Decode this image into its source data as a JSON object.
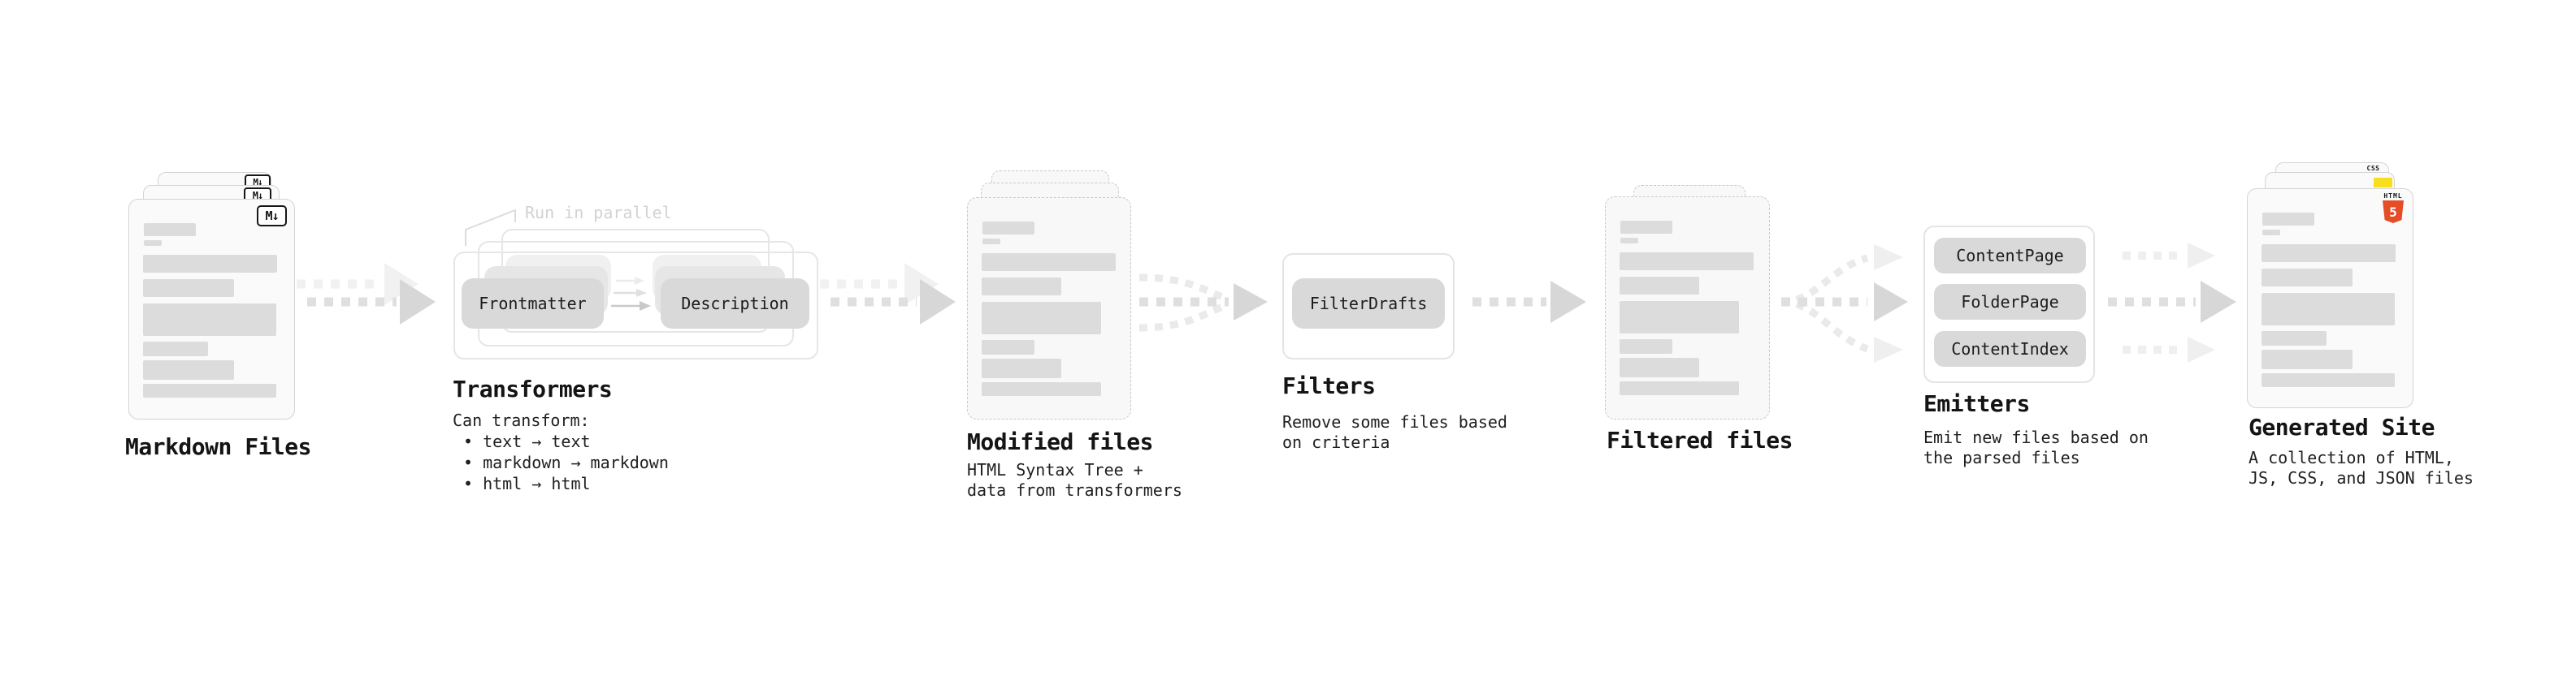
{
  "stages": {
    "markdown_files": {
      "label": "Markdown Files",
      "badge": "M↓"
    },
    "transformers": {
      "label": "Transformers",
      "annotation": "Run in parallel",
      "pill_left": "Frontmatter",
      "pill_right": "Description",
      "notes": [
        "Can transform:",
        "• text → text",
        "• markdown → markdown",
        "• html → html"
      ]
    },
    "modified_files": {
      "label": "Modified files",
      "notes": [
        "HTML Syntax Tree +",
        "data from transformers"
      ]
    },
    "filters": {
      "label": "Filters",
      "pill": "FilterDrafts",
      "notes": [
        "Remove some files based",
        "on criteria"
      ]
    },
    "filtered_files": {
      "label": "Filtered files"
    },
    "emitters": {
      "label": "Emitters",
      "pills": [
        "ContentPage",
        "FolderPage",
        "ContentIndex"
      ],
      "notes": [
        "Emit new files based on",
        "the parsed files"
      ]
    },
    "generated_site": {
      "label": "Generated Site",
      "badge_css": "CSS",
      "badge_html_word": "HTML",
      "badge_html_number": "5",
      "notes": [
        "A collection of HTML,",
        "JS, CSS, and JSON files"
      ]
    }
  },
  "colors": {
    "html5_orange": "#e44d26",
    "js_yellow": "#f7df1e",
    "css_blue": "#2962f2",
    "arrow_gray": "#d7d7d7",
    "pill_gray": "#d9d9d9"
  }
}
